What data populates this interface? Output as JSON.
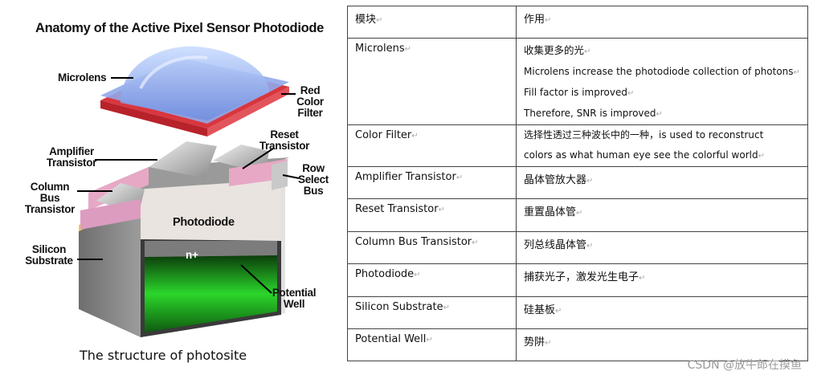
{
  "figure": {
    "title": "Anatomy of the Active Pixel Sensor Photodiode",
    "labels": {
      "microlens": "Microlens",
      "red_color_filter": [
        "Red",
        "Color",
        "Filter"
      ],
      "reset_transistor": [
        "Reset",
        "Transistor"
      ],
      "amplifier_transistor": [
        "Amplifier",
        "Transistor"
      ],
      "row_select_bus": [
        "Row",
        "Select",
        "Bus"
      ],
      "column_bus_transistor": [
        "Column",
        "Bus",
        "Transistor"
      ],
      "photodiode": "Photodiode",
      "n_plus": "n+",
      "silicon_substrate": [
        "Silicon",
        "Substrate"
      ],
      "potential_well": [
        "Potential",
        "Well"
      ]
    },
    "caption": "The structure of photosite"
  },
  "table": {
    "header": [
      "模块",
      "作用"
    ],
    "rows": [
      {
        "name": "Microlens",
        "desc": [
          "收集更多的光",
          "Microlens increase the photodiode collection of photons",
          "Fill factor is improved",
          "Therefore, SNR is improved"
        ]
      },
      {
        "name": "Color Filter",
        "desc": [
          "选择性透过三种波长中的一种，is used to reconstruct",
          "colors as what human eye see the colorful world"
        ]
      },
      {
        "name": "Amplifier Transistor",
        "desc": [
          "晶体管放大器"
        ]
      },
      {
        "name": "Reset Transistor",
        "desc": [
          "重置晶体管"
        ]
      },
      {
        "name": "Column Bus Transistor",
        "desc": [
          "列总线晶体管"
        ]
      },
      {
        "name": "Photodiode",
        "desc": [
          "捕获光子，激发光生电子"
        ]
      },
      {
        "name": "Silicon Substrate",
        "desc": [
          "硅基板"
        ]
      },
      {
        "name": "Potential Well",
        "desc": [
          "势阱"
        ]
      }
    ],
    "paragraph_mark": "↵"
  },
  "watermark": "CSDN @放牛郎在摸鱼"
}
